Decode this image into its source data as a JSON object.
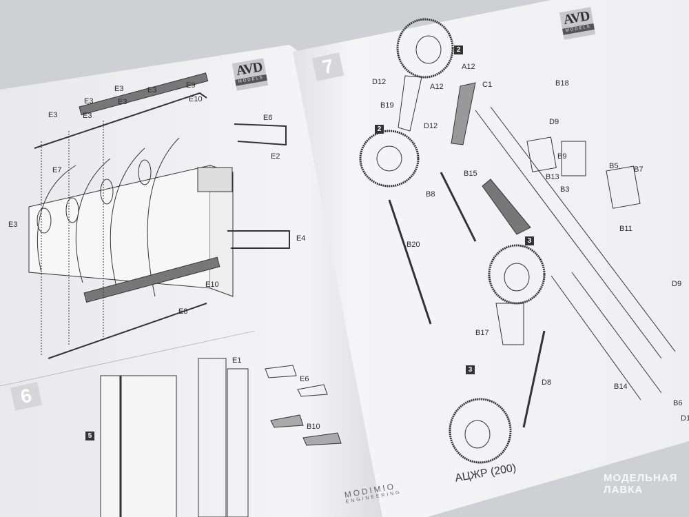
{
  "left_page": {
    "logo": {
      "main": "AVD",
      "sub": "MODELS"
    },
    "step_6": "6",
    "sub_step_5": "5",
    "labels_top": [
      "E9",
      "E10",
      "E3",
      "E3",
      "E3",
      "E3",
      "E3",
      "E3",
      "E6",
      "E2",
      "E7",
      "E3",
      "E4",
      "E10",
      "E8"
    ],
    "labels_bottom": [
      "E1",
      "E6",
      "B10"
    ],
    "brand": {
      "main": "MODIMIO",
      "sub": "ENGINEERING"
    }
  },
  "right_page": {
    "logo": {
      "main": "AVD",
      "sub": "MODELS"
    },
    "step_7": "7",
    "sub_steps": [
      "2",
      "2",
      "3",
      "3"
    ],
    "labels": [
      "A12",
      "D12",
      "A12",
      "C1",
      "B18",
      "B19",
      "D12",
      "D9",
      "B9",
      "B13",
      "B5",
      "B7",
      "B15",
      "B3",
      "B8",
      "B11",
      "B20",
      "D9",
      "B17",
      "D8",
      "B14",
      "B6",
      "D1"
    ],
    "title": "АЦЖР (200)"
  },
  "watermark": {
    "line1": "МОДЕЛЬНАЯ",
    "line2": "ЛАВКА"
  },
  "colors": {
    "paper": "#f2f2f4",
    "ink": "#2a2a2a",
    "step_bg": "#333333"
  }
}
